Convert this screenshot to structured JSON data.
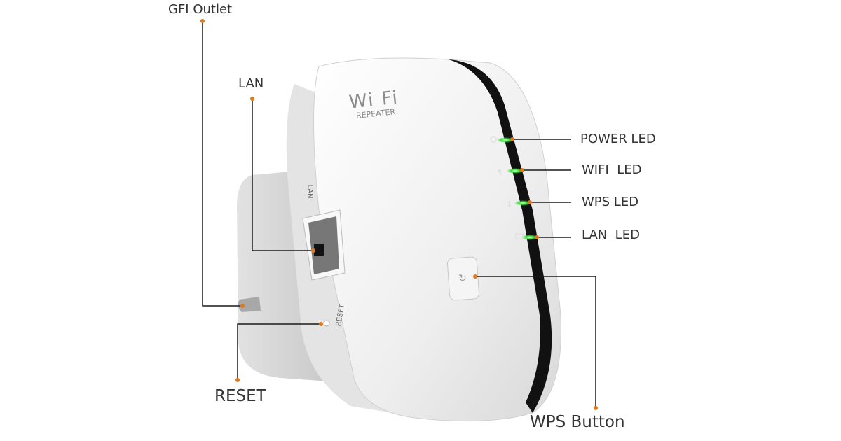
{
  "device": {
    "brand_text": "Wi Fi",
    "subtitle_text": "REPEATER",
    "port_label": "LAN",
    "reset_label": "RESET"
  },
  "callouts": {
    "gfi_outlet": "GFI Outlet",
    "lan": "LAN",
    "power_led": "POWER LED",
    "wifi_led": "WIFI  LED",
    "wps_led": "WPS LED",
    "lan_led": "LAN  LED",
    "reset": "RESET",
    "wps_button": "WPS Button"
  },
  "colors": {
    "callout_dot": "#e07a1f",
    "led_green": "#3ddc3d",
    "line": "#1a1a1a",
    "device_body": "#f2f2f2",
    "device_band": "#111111"
  }
}
